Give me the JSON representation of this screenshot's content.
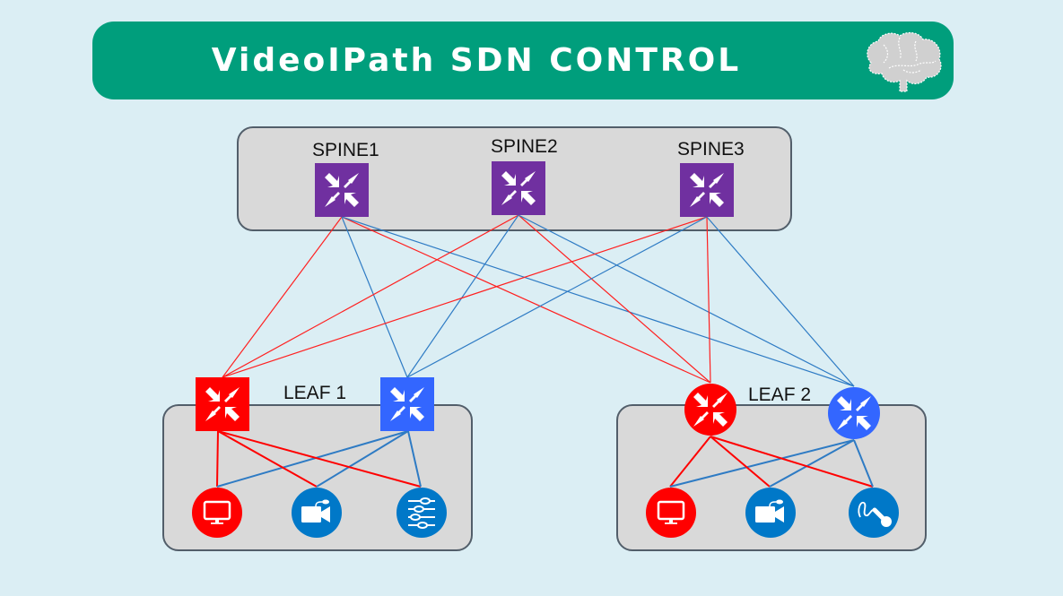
{
  "banner": {
    "title": "VideoIPath SDN CONTROL",
    "icon": "brain-icon",
    "color": "#009e7c"
  },
  "spine": {
    "labels": [
      "SPINE1",
      "SPINE2",
      "SPINE3"
    ],
    "color": "#7030a0"
  },
  "leaf1": {
    "label": "LEAF 1",
    "red_switch_shape": "square",
    "blue_switch_shape": "square",
    "devices": [
      "monitor-icon",
      "video-camera-icon",
      "audio-mixer-icon"
    ]
  },
  "leaf2": {
    "label": "LEAF 2",
    "red_switch_shape": "circle",
    "blue_switch_shape": "circle",
    "devices": [
      "monitor-icon",
      "video-camera-icon",
      "microphone-icon"
    ]
  },
  "colors": {
    "red": "#ff0000",
    "blue_switch": "#3366ff",
    "blue_device": "#0078c8",
    "red_link": "#ff2020",
    "blue_link": "#2e7bc4",
    "background": "#dbeef4",
    "box_fill": "#d9d9d9",
    "box_border": "#525e6a"
  },
  "links": {
    "spine_to_leaf": [
      {
        "from": "SPINE1",
        "to": "LEAF1-red",
        "plane": "red"
      },
      {
        "from": "SPINE1",
        "to": "LEAF1-blue",
        "plane": "blue"
      },
      {
        "from": "SPINE1",
        "to": "LEAF2-red",
        "plane": "red"
      },
      {
        "from": "SPINE1",
        "to": "LEAF2-blue",
        "plane": "blue"
      },
      {
        "from": "SPINE2",
        "to": "LEAF1-red",
        "plane": "red"
      },
      {
        "from": "SPINE2",
        "to": "LEAF1-blue",
        "plane": "blue"
      },
      {
        "from": "SPINE2",
        "to": "LEAF2-red",
        "plane": "red"
      },
      {
        "from": "SPINE2",
        "to": "LEAF2-blue",
        "plane": "blue"
      },
      {
        "from": "SPINE3",
        "to": "LEAF1-red",
        "plane": "red"
      },
      {
        "from": "SPINE3",
        "to": "LEAF1-blue",
        "plane": "blue"
      },
      {
        "from": "SPINE3",
        "to": "LEAF2-red",
        "plane": "red"
      },
      {
        "from": "SPINE3",
        "to": "LEAF2-blue",
        "plane": "blue"
      }
    ]
  }
}
